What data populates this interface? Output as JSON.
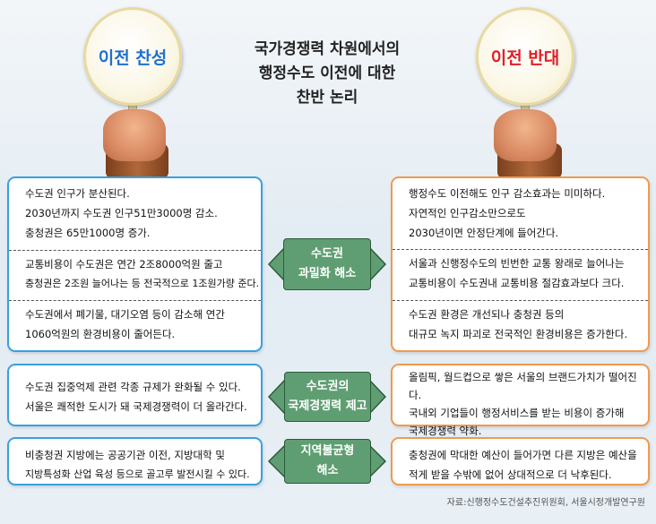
{
  "title": [
    "국가경쟁력 차원에서의",
    "행정수도 이전에 대한",
    "찬반 논리"
  ],
  "signs": {
    "pro": "이전 찬성",
    "con": "이전 반대",
    "pro_color": "#1f6fd0",
    "con_color": "#e0202a"
  },
  "rows": [
    {
      "label": [
        "수도권",
        "과밀화 해소"
      ],
      "pro": [
        [
          "수도권 인구가 분산된다.",
          "2030년까지 수도권 인구51만3000명 감소.",
          "충청권은 65만1000명 증가."
        ],
        [
          "교통비용이 수도권은 연간 2조8000억원 줄고",
          "충청권은 2조원 늘어나는 등 전국적으로 1조원가량 준다."
        ],
        [
          "수도권에서 폐기물, 대기오염 등이 감소해 연간",
          "1060억원의 환경비용이 줄어든다."
        ]
      ],
      "con": [
        [
          "행정수도 이전해도 인구 감소효과는 미미하다.",
          "자연적인 인구감소만으로도",
          "2030년이면 안정단계에 들어간다."
        ],
        [
          "서울과 신행정수도의 빈번한 교통 왕래로 늘어나는",
          "교통비용이 수도권내 교통비용 절감효과보다 크다."
        ],
        [
          "수도권 환경은 개선되나 충청권 등의",
          "대규모 녹지 파괴로 전국적인 환경비용은 증가한다."
        ]
      ]
    },
    {
      "label": [
        "수도권의",
        "국제경쟁력 제고"
      ],
      "pro": [
        [
          "수도권 집중억제 관련 각종 규제가 완화될 수 있다.",
          "서울은 쾌적한 도시가 돼 국제경쟁력이 더 올라간다."
        ]
      ],
      "con": [
        [
          "올림픽, 월드컵으로 쌓은 서울의 브랜드가치가 떨어진다.",
          "국내외 기업들이 행정서비스를 받는 비용이 증가해",
          "국제경쟁력 약화."
        ]
      ]
    },
    {
      "label": [
        "지역불균형",
        "해소"
      ],
      "pro": [
        [
          "비충청권 지방에는 공공기관 이전, 지방대학 및",
          "지방특성화 산업 육성 등으로 골고루 발전시킬 수 있다."
        ]
      ],
      "con": [
        [
          "충청권에 막대한 예산이 들어가면 다른 지방은 예산을",
          "적게 받을 수밖에 없어 상대적으로 더 낙후된다."
        ]
      ]
    }
  ],
  "source": "자료:신행정수도건설추진위원회, 서울시정개발연구원"
}
